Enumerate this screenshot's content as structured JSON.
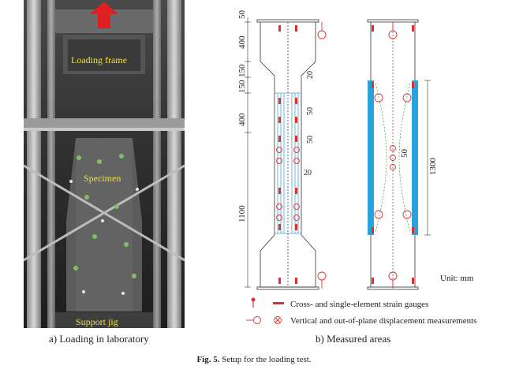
{
  "photo": {
    "label_loading_frame": "Loading frame",
    "label_specimen": "Specimen",
    "label_support_jig": "Support jig"
  },
  "dimensions_left": [
    "50",
    "400",
    "150",
    "150",
    "400",
    "1100"
  ],
  "dimensions_inner": [
    "20",
    "50",
    "50",
    "20"
  ],
  "dimensions_right": [
    "50",
    "1300"
  ],
  "unit_label": "Unit: mm",
  "legend": {
    "strain_gauges": "Cross- and single-element strain gauges",
    "displacement": "Vertical and out-of-plane displacement measurements"
  },
  "captions": {
    "a": "a) Loading in laboratory",
    "b": "b) Measured areas",
    "fig_label": "Fig. 5.",
    "fig_text": "Setup for the loading test."
  },
  "colors": {
    "stiffener_blue": "#29a3dc",
    "gauge_red": "#e03030",
    "grid_lines": "#4aa8c8",
    "green_dash": "#3a9a3a",
    "photo_label": "#f0e030"
  }
}
